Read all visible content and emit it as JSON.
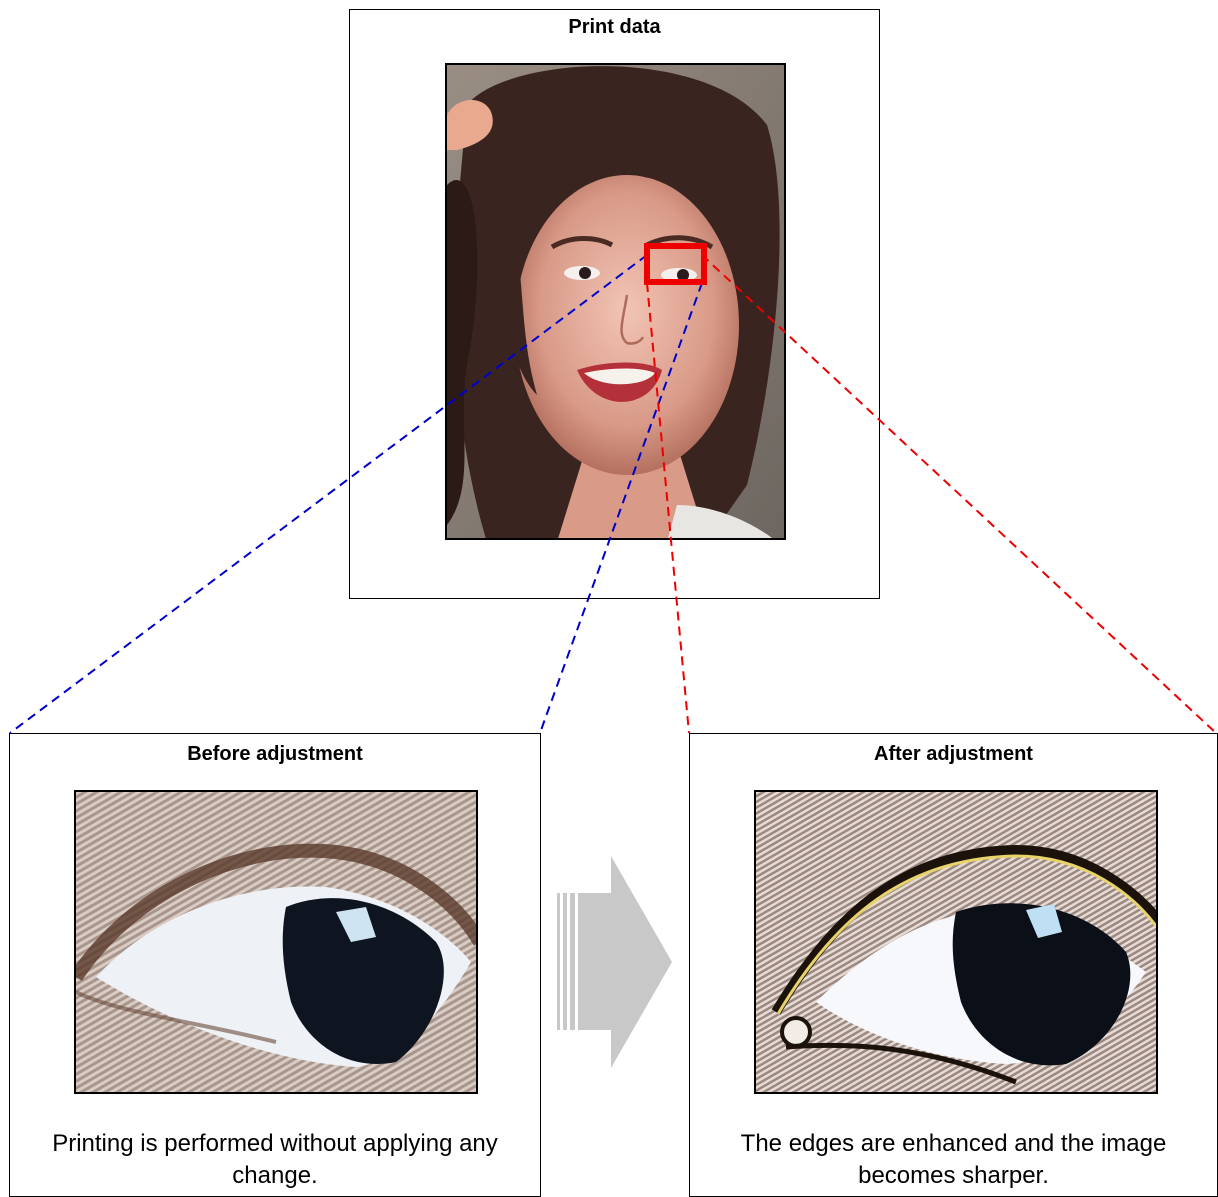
{
  "print_data": {
    "title": "Print data"
  },
  "before": {
    "title": "Before adjustment",
    "caption": "Printing is performed without applying any change."
  },
  "after": {
    "title": "After adjustment",
    "caption": "The edges are enhanced and the image becomes sharper."
  },
  "colors": {
    "highlight": "#ee0000",
    "blue_guide": "#0000cc",
    "red_guide": "#ee0000",
    "arrow": "#c8c8c8"
  },
  "icons": {
    "arrow": "striped-right-arrow-icon"
  }
}
